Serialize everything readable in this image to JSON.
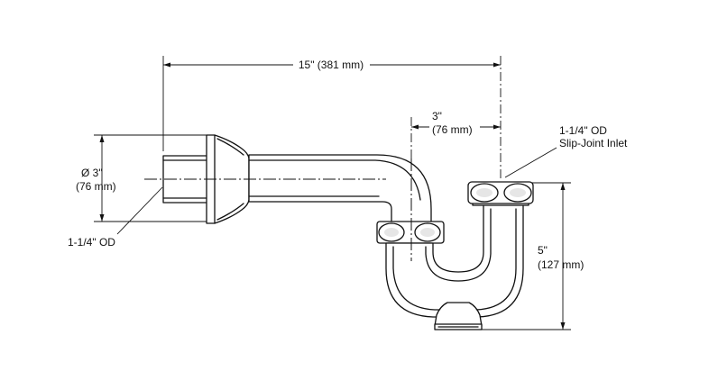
{
  "labels": {
    "overall_length": "15\" (381 mm)",
    "inlet_offset_in": "3\"",
    "inlet_offset_mm": "(76 mm)",
    "inlet_spec_line1": "1-1/4\" OD",
    "inlet_spec_line2": "Slip-Joint Inlet",
    "flange_dia_in": "Ø 3\"",
    "flange_dia_mm": "(76 mm)",
    "outlet_od": "1-1/4\" OD",
    "height_in": "5\"",
    "height_mm": "(127 mm)"
  },
  "colors": {
    "line": "#111111",
    "background": "#ffffff"
  }
}
